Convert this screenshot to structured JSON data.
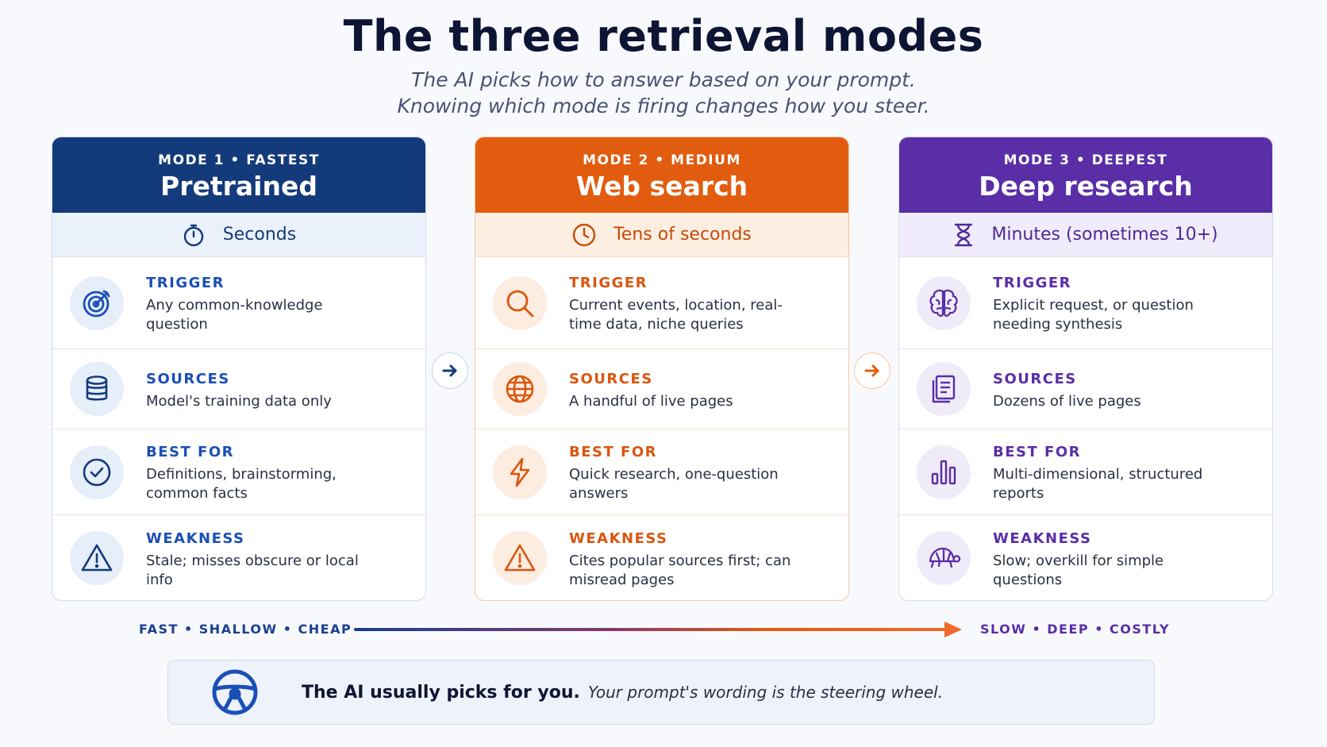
{
  "header": {
    "title": "The three retrieval modes",
    "subtitle_line1": "The AI picks how to answer based on your prompt.",
    "subtitle_line2": "Knowing which mode is firing changes how you steer."
  },
  "colors": {
    "mode1": "#133a7a",
    "mode2": "#e25c0f",
    "mode3": "#5a2ea6"
  },
  "modes": [
    {
      "label": "MODE 1 • FASTEST",
      "name": "Pretrained",
      "time": "Seconds",
      "time_icon": "stopwatch-icon",
      "rows": [
        {
          "label": "TRIGGER",
          "desc": "Any common-knowledge question",
          "icon": "target-icon"
        },
        {
          "label": "SOURCES",
          "desc": "Model's training data only",
          "icon": "database-icon"
        },
        {
          "label": "BEST FOR",
          "desc": "Definitions, brainstorming, common facts",
          "icon": "check-circle-icon"
        },
        {
          "label": "WEAKNESS",
          "desc": "Stale; misses obscure or local info",
          "icon": "warning-icon"
        }
      ]
    },
    {
      "label": "MODE 2 • MEDIUM",
      "name": "Web search",
      "time": "Tens of seconds",
      "time_icon": "clock-icon",
      "rows": [
        {
          "label": "TRIGGER",
          "desc": "Current events, location, real-time data, niche queries",
          "icon": "search-icon"
        },
        {
          "label": "SOURCES",
          "desc": "A handful of live pages",
          "icon": "globe-icon"
        },
        {
          "label": "BEST FOR",
          "desc": "Quick research, one-question answers",
          "icon": "lightning-icon"
        },
        {
          "label": "WEAKNESS",
          "desc": "Cites popular sources first; can misread pages",
          "icon": "warning-icon"
        }
      ]
    },
    {
      "label": "MODE 3 • DEEPEST",
      "name": "Deep research",
      "time": "Minutes (sometimes 10+)",
      "time_icon": "hourglass-icon",
      "rows": [
        {
          "label": "TRIGGER",
          "desc": "Explicit request, or question needing synthesis",
          "icon": "brain-icon"
        },
        {
          "label": "SOURCES",
          "desc": "Dozens of live pages",
          "icon": "documents-icon"
        },
        {
          "label": "BEST FOR",
          "desc": "Multi-dimensional, structured reports",
          "icon": "bar-chart-icon"
        },
        {
          "label": "WEAKNESS",
          "desc": "Slow; overkill for simple questions",
          "icon": "turtle-icon"
        }
      ]
    }
  ],
  "scale": {
    "left": "FAST • SHALLOW • CHEAP",
    "right": "SLOW • DEEP • COSTLY"
  },
  "footer": {
    "bold": "The AI usually picks for you.",
    "italic": "Your prompt's wording is the steering wheel.",
    "icon": "steering-wheel-icon"
  }
}
